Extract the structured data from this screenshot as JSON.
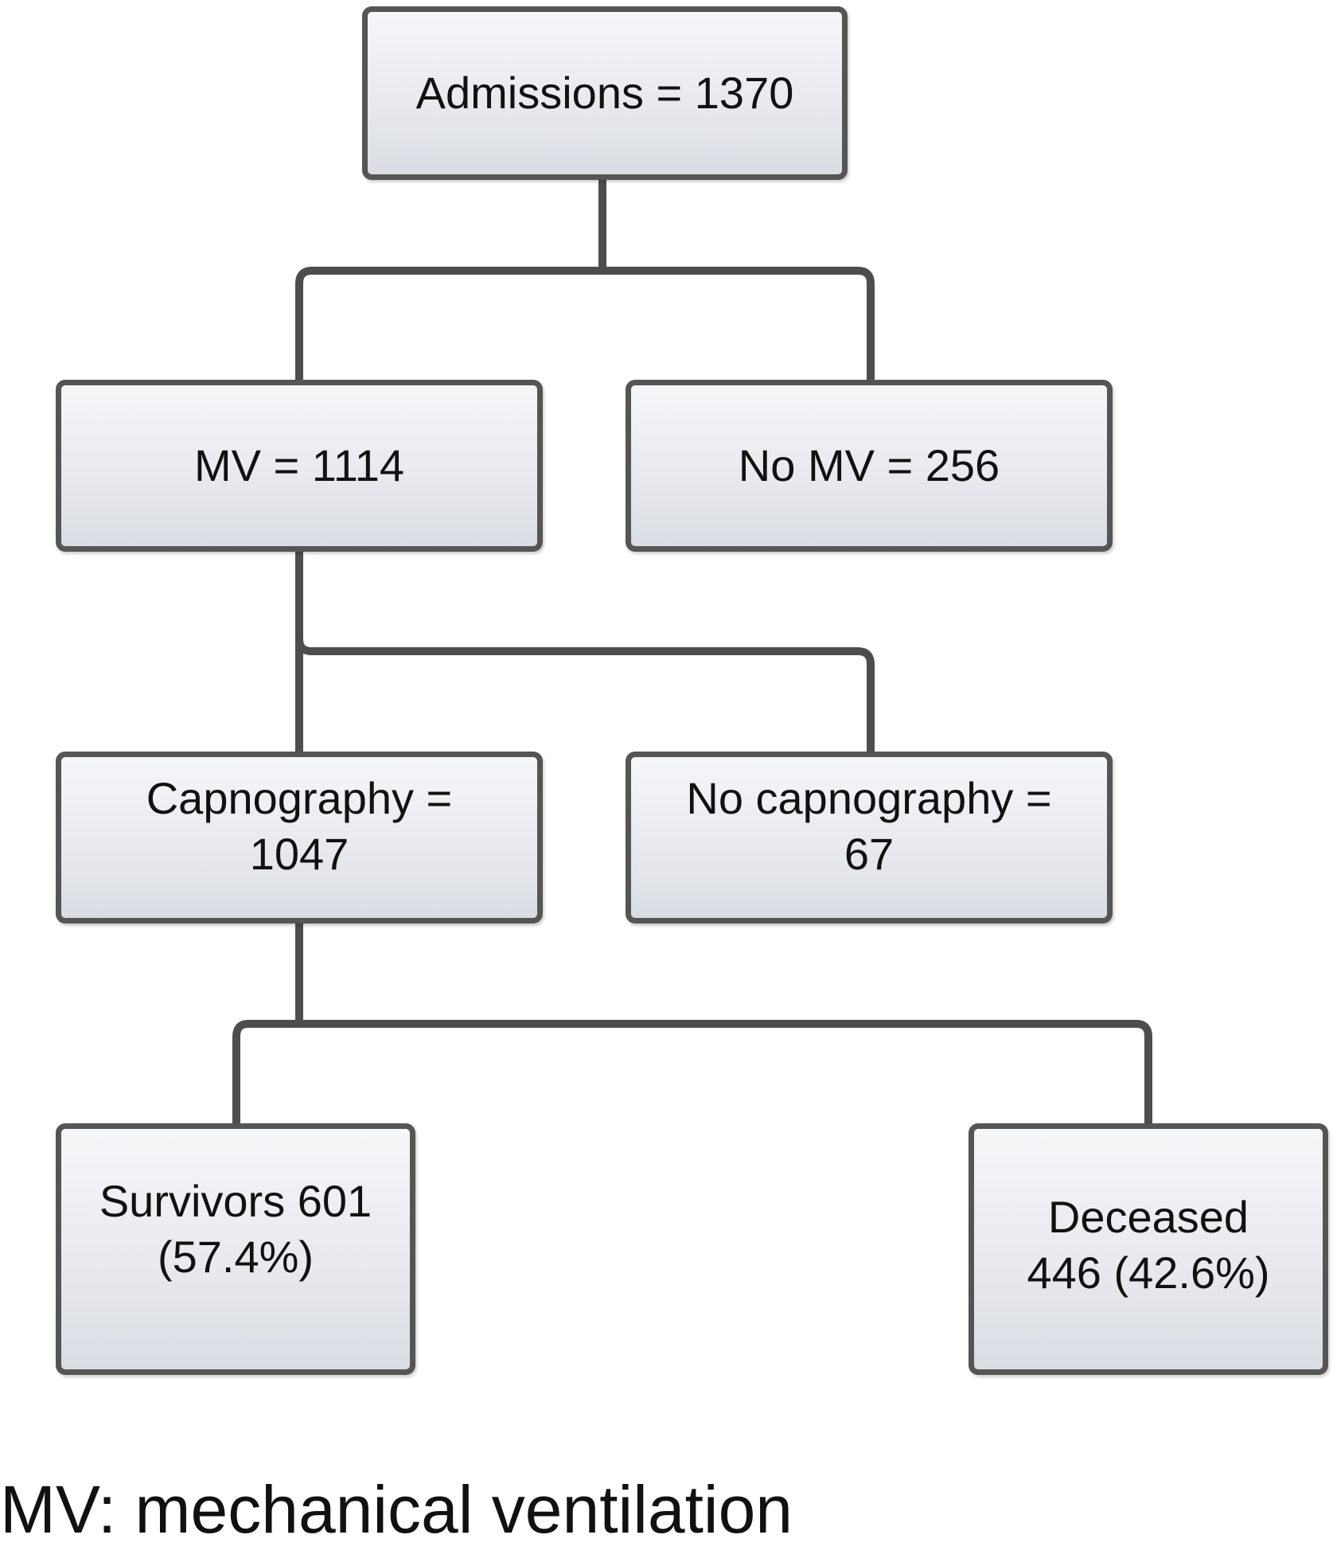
{
  "flowchart": {
    "nodes": {
      "admissions": "Admissions = 1370",
      "mv": "MV = 1114",
      "no_mv": "No MV = 256",
      "capnography": "Capnography =\n1047",
      "no_capnography": "No capnography =\n67",
      "survivors": "Survivors 601\n(57.4%)",
      "deceased": "Deceased\n446 (42.6%)"
    },
    "edges": [
      [
        "admissions",
        "mv"
      ],
      [
        "admissions",
        "no_mv"
      ],
      [
        "mv",
        "capnography"
      ],
      [
        "mv",
        "no_capnography"
      ],
      [
        "capnography",
        "survivors"
      ],
      [
        "capnography",
        "deceased"
      ]
    ],
    "footnote": "MV: mechanical ventilation"
  },
  "colors": {
    "box_border": "#555555",
    "connector": "#4d4d4d",
    "box_fill_top": "#f5f6f8",
    "box_fill_bottom": "#d9dde3",
    "text": "#111111"
  }
}
